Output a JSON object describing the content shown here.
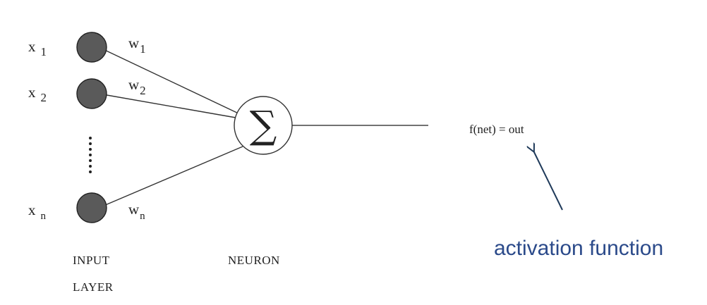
{
  "inputs": [
    {
      "var": "x",
      "sub": "1",
      "weight": "w",
      "weight_sub": "1"
    },
    {
      "var": "x",
      "sub": "2",
      "weight": "w",
      "weight_sub": "2"
    },
    {
      "var": "x",
      "sub": "n",
      "weight": "w",
      "weight_sub": "n"
    }
  ],
  "neuron_symbol": "∑",
  "output_formula": "f(net) = out",
  "activation_label": "activation function",
  "input_layer_label": {
    "line1": "INPUT",
    "line2": "LAYER"
  },
  "neuron_label": "NEURON",
  "colors": {
    "input_node_fill": "#5a5a5a",
    "line": "#333333",
    "accent": "#2b4a8a",
    "arrow": "#1f3a5a"
  }
}
